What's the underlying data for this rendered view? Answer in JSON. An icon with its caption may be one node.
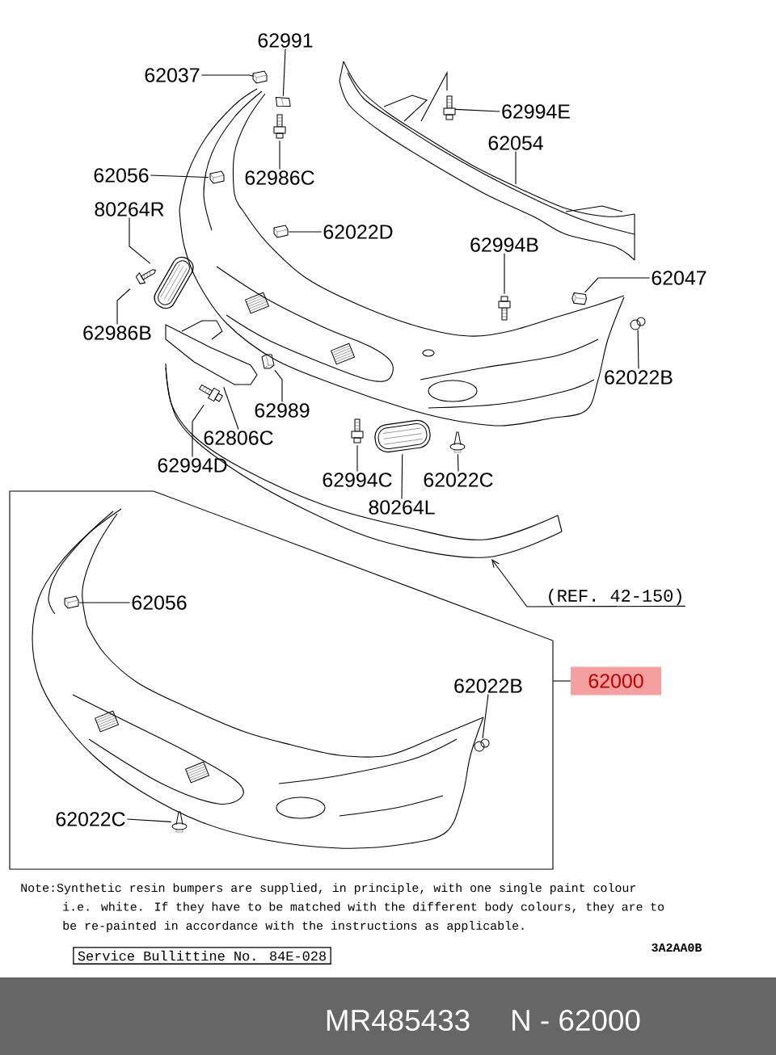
{
  "diagram": {
    "nodes": [
      {
        "text": [
          "62991"
        ]
      },
      {
        "text": [
          "62037"
        ]
      },
      {
        "text": [
          "62994E"
        ]
      },
      {
        "text": [
          "62054"
        ]
      },
      {
        "text": [
          "62056"
        ]
      },
      {
        "text": [
          "62986C"
        ]
      },
      {
        "text": [
          "80264R"
        ]
      },
      {
        "text": [
          "62022D"
        ]
      },
      {
        "text": [
          "62994B"
        ]
      },
      {
        "text": [
          "62047"
        ]
      },
      {
        "text": [
          "62986B"
        ]
      },
      {
        "text": [
          "62022B"
        ]
      },
      {
        "text": [
          "62989"
        ]
      },
      {
        "text": [
          "62806C"
        ]
      },
      {
        "text": [
          "62994D"
        ]
      },
      {
        "text": [
          "62994C"
        ]
      },
      {
        "text": [
          "62022C"
        ]
      },
      {
        "text": [
          "80264L"
        ]
      },
      {
        "text": [
          "(REF. 42-150)"
        ]
      },
      {
        "text": [],
        "shape": "box"
      },
      {
        "text": [
          "62000"
        ]
      },
      {
        "text": [
          "62056"
        ],
        "in": 19
      },
      {
        "text": [
          "62022B"
        ],
        "in": 19
      },
      {
        "text": [
          "62022C"
        ],
        "in": 19
      },
      {
        "text": [
          "Service Bullittine No. 84E-028"
        ]
      },
      {
        "text": [],
        "shape": "picture"
      },
      {
        "text": [],
        "shape": "picture"
      },
      {
        "text": [],
        "shape": "picture"
      },
      {
        "text": [],
        "shape": "picture"
      },
      {
        "text": [],
        "shape": "picture"
      },
      {
        "text": [],
        "shape": "picture"
      },
      {
        "text": [],
        "shape": "picture"
      },
      {
        "text": [],
        "shape": "picture"
      },
      {
        "text": [],
        "shape": "picture"
      },
      {
        "text": [],
        "shape": "picture"
      },
      {
        "text": [],
        "shape": "picture"
      },
      {
        "text": [],
        "shape": "picture"
      },
      {
        "text": [],
        "shape": "picture"
      },
      {
        "text": [],
        "shape": "picture"
      },
      {
        "text": [],
        "shape": "picture"
      },
      {
        "text": [],
        "shape": "picture"
      },
      {
        "text": [],
        "shape": "picture",
        "in": 19
      },
      {
        "text": [],
        "shape": "picture",
        "in": 19
      },
      {
        "text": [],
        "shape": "picture",
        "in": 19
      },
      {
        "text": [],
        "shape": "picture"
      }
    ],
    "edges": [
      {
        "from": 0,
        "to": 26,
        "arrow": "none"
      },
      {
        "from": 1,
        "to": 25,
        "arrow": "none"
      },
      {
        "from": 2,
        "to": 28,
        "arrow": "none"
      },
      {
        "from": 3,
        "to": null,
        "arrow": "none"
      },
      {
        "from": 4,
        "to": 29,
        "arrow": "none"
      },
      {
        "from": 5,
        "to": 27,
        "arrow": "none"
      },
      {
        "from": 6,
        "to": 30,
        "arrow": "none"
      },
      {
        "from": 7,
        "to": 31,
        "arrow": "none"
      },
      {
        "from": 8,
        "to": 32,
        "arrow": "none"
      },
      {
        "from": 9,
        "to": 33,
        "arrow": "none"
      },
      {
        "from": 10,
        "to": 34,
        "arrow": "none"
      },
      {
        "from": 11,
        "to": 35,
        "arrow": "none"
      },
      {
        "from": 12,
        "to": 36,
        "arrow": "none"
      },
      {
        "from": 13,
        "to": 44,
        "arrow": "none"
      },
      {
        "from": 14,
        "to": 37,
        "arrow": "none"
      },
      {
        "from": 15,
        "to": 38,
        "arrow": "none"
      },
      {
        "from": 16,
        "to": 39,
        "arrow": "none"
      },
      {
        "from": 17,
        "to": 40,
        "arrow": "none"
      },
      {
        "from": 18,
        "to": null,
        "arrow": "to"
      },
      {
        "from": 20,
        "to": 19,
        "arrow": "none"
      },
      {
        "from": 21,
        "to": 41,
        "arrow": "none"
      },
      {
        "from": 22,
        "to": 42,
        "arrow": "none"
      },
      {
        "from": 23,
        "to": 43,
        "arrow": "none"
      }
    ],
    "labels": [
      "Note:Synthetic resin bumpers are supplied, in principle, with one single paint colour i.e. white. If they have to be matched with the different body colours, they are to be re-painted in accordance with the instructions as applicable.",
      "3A2AA0B",
      "MR485433",
      "N - 62000"
    ]
  }
}
